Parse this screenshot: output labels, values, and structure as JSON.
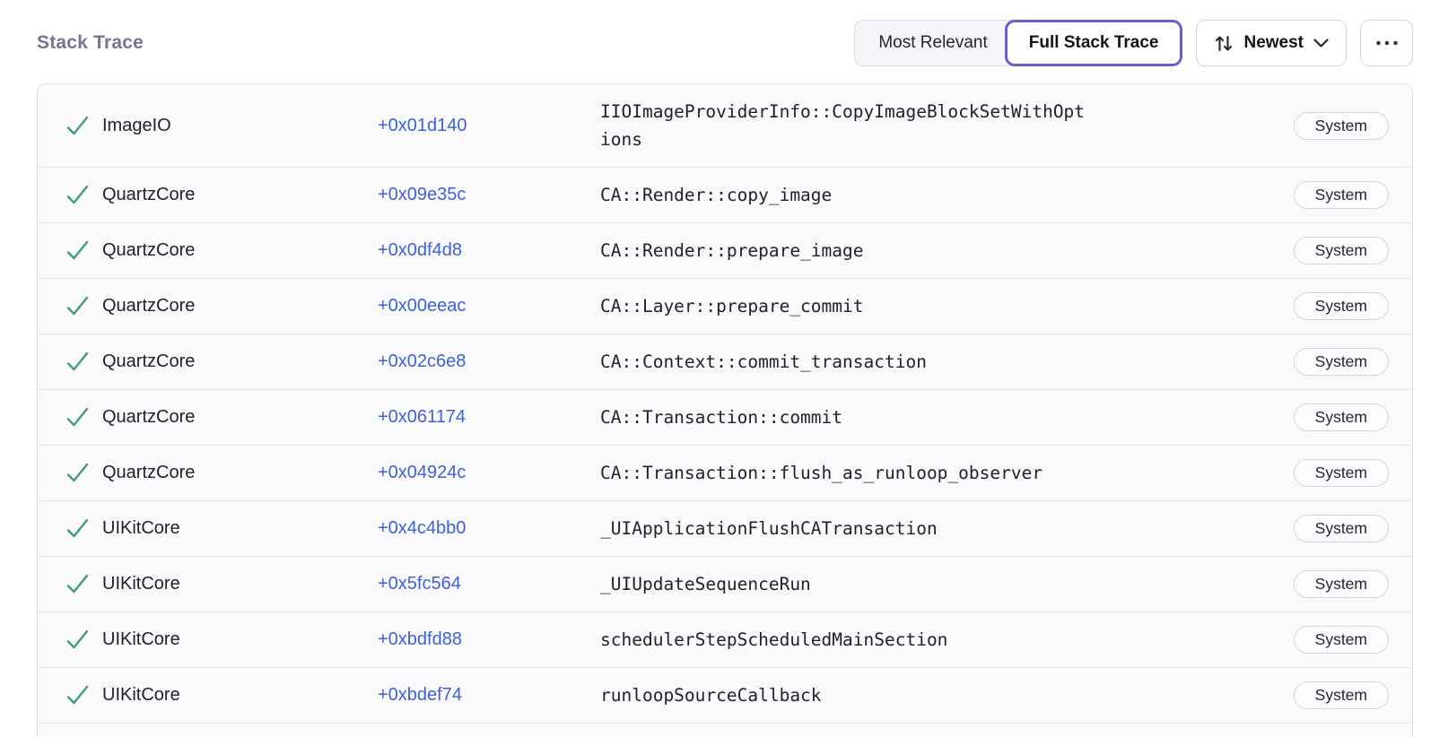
{
  "page_title": "Stack Trace",
  "toolbar": {
    "view_options": [
      {
        "label": "Most Relevant",
        "active": false
      },
      {
        "label": "Full Stack Trace",
        "active": true
      }
    ],
    "sort_label": "Newest",
    "more_label": "ellipsis",
    "icons": {
      "sort": "sort-arrows-icon",
      "chevron": "chevron-down-icon",
      "more": "ellipsis-icon",
      "frame_status": "checkmark-icon"
    }
  },
  "colors": {
    "accent_purple": "#6C5FC7",
    "link_blue": "#3B62D9",
    "check_green": "#3E9C76",
    "heading_gray": "#80708F",
    "panel_bg": "#FAF9FB",
    "border": "#E0DCE5"
  },
  "stack_trace": {
    "frames": [
      {
        "module": "ImageIO",
        "address": "+0x01d140",
        "function": "IIOImageProviderInfo::CopyImageBlockSetWithOptions",
        "badge": "System"
      },
      {
        "module": "QuartzCore",
        "address": "+0x09e35c",
        "function": "CA::Render::copy_image",
        "badge": "System"
      },
      {
        "module": "QuartzCore",
        "address": "+0x0df4d8",
        "function": "CA::Render::prepare_image",
        "badge": "System"
      },
      {
        "module": "QuartzCore",
        "address": "+0x00eeac",
        "function": "CA::Layer::prepare_commit",
        "badge": "System"
      },
      {
        "module": "QuartzCore",
        "address": "+0x02c6e8",
        "function": "CA::Context::commit_transaction",
        "badge": "System"
      },
      {
        "module": "QuartzCore",
        "address": "+0x061174",
        "function": "CA::Transaction::commit",
        "badge": "System"
      },
      {
        "module": "QuartzCore",
        "address": "+0x04924c",
        "function": "CA::Transaction::flush_as_runloop_observer",
        "badge": "System"
      },
      {
        "module": "UIKitCore",
        "address": "+0x4c4bb0",
        "function": "_UIApplicationFlushCATransaction",
        "badge": "System"
      },
      {
        "module": "UIKitCore",
        "address": "+0x5fc564",
        "function": "_UIUpdateSequenceRun",
        "badge": "System"
      },
      {
        "module": "UIKitCore",
        "address": "+0xbdfd88",
        "function": "schedulerStepScheduledMainSection",
        "badge": "System"
      },
      {
        "module": "UIKitCore",
        "address": "+0xbdef74",
        "function": "runloopSourceCallback",
        "badge": "System"
      }
    ]
  }
}
